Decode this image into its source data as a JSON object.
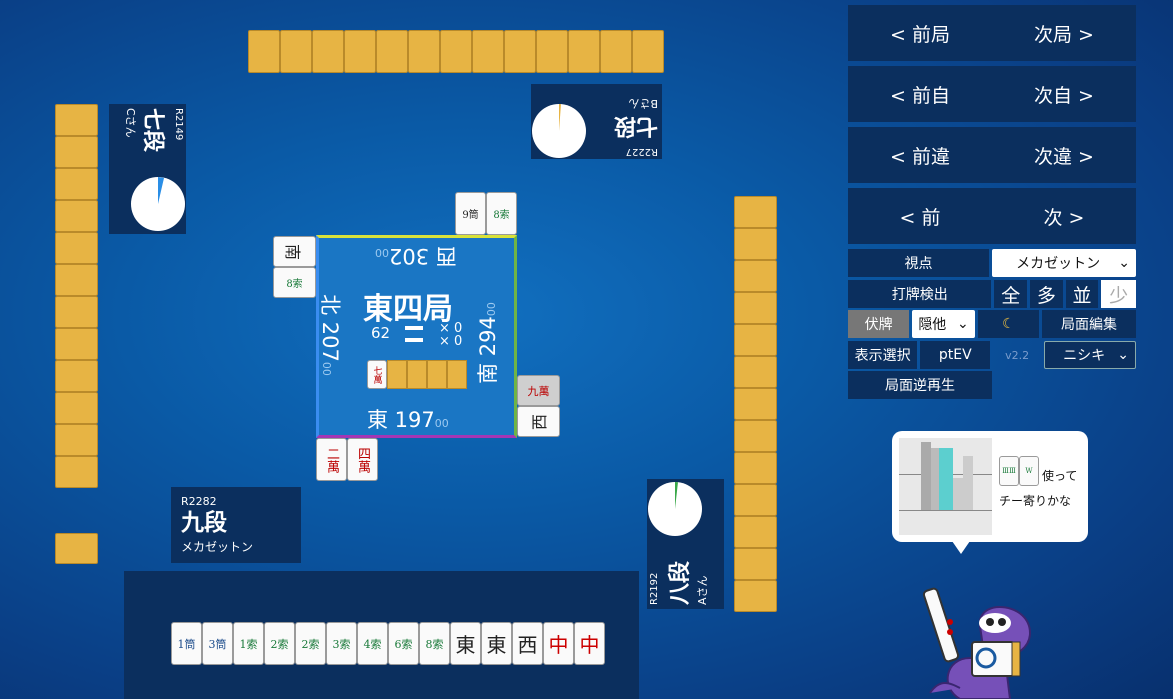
{
  "nav": {
    "prev_round": "< 前局",
    "next_round": "次局 >",
    "prev_self": "< 前自",
    "next_self": "次自 >",
    "prev_diff": "< 前違",
    "next_diff": "次違 >",
    "prev": "< 前",
    "next": "次 >"
  },
  "settings": {
    "viewpoint_label": "視点",
    "viewpoint_value": "メカゼットン",
    "detect_label": "打牌検出",
    "detect_options": [
      "全",
      "多",
      "並",
      "少"
    ],
    "hidden_label": "伏牌",
    "hidden_value": "隠他",
    "moon_icon": "☾",
    "edit_label": "局面編集",
    "display_label": "表示選択",
    "ptev_label": "ptEV",
    "version": "v2.2",
    "ai_value": "ニシキ",
    "reverse_label": "局面逆再生"
  },
  "center": {
    "round": "東四局",
    "remaining": "62",
    "honba": "× 0",
    "riichi": "× 0",
    "east_score": "東 197",
    "east_sub": "00",
    "south_score": "南 294",
    "south_sub": "00",
    "west_score": "西 302",
    "west_sub": "00",
    "north_score": "北 207",
    "north_sub": "00",
    "dora_tile": "七萬"
  },
  "players": {
    "self": {
      "rating": "R2282",
      "rank": "九段",
      "name": "メカゼットン"
    },
    "right": {
      "rating": "R2192",
      "rank": "八段",
      "name": "Aさん"
    },
    "top": {
      "rating": "R2227",
      "rank": "七段",
      "name": "Bさん"
    },
    "left": {
      "rating": "R2149",
      "rank": "七段",
      "name": "Cさん"
    }
  },
  "hand": [
    "1筒",
    "3筒",
    "1索",
    "2索",
    "2索",
    "3索",
    "4索",
    "6索",
    "8索",
    "東",
    "東",
    "西",
    "中",
    "中"
  ],
  "melds": {
    "self": [
      "二萬",
      "四萬"
    ],
    "right": [
      "九萬",
      "西"
    ],
    "left": [
      "南",
      "8索"
    ],
    "top": [
      "9筒",
      "8索"
    ]
  },
  "advice": {
    "line1": "使って",
    "line2": "チー寄りかな"
  },
  "colors": {
    "tile_back": "#e7b444",
    "panel": "#0b2f5e",
    "table": "#0a5aa6"
  }
}
